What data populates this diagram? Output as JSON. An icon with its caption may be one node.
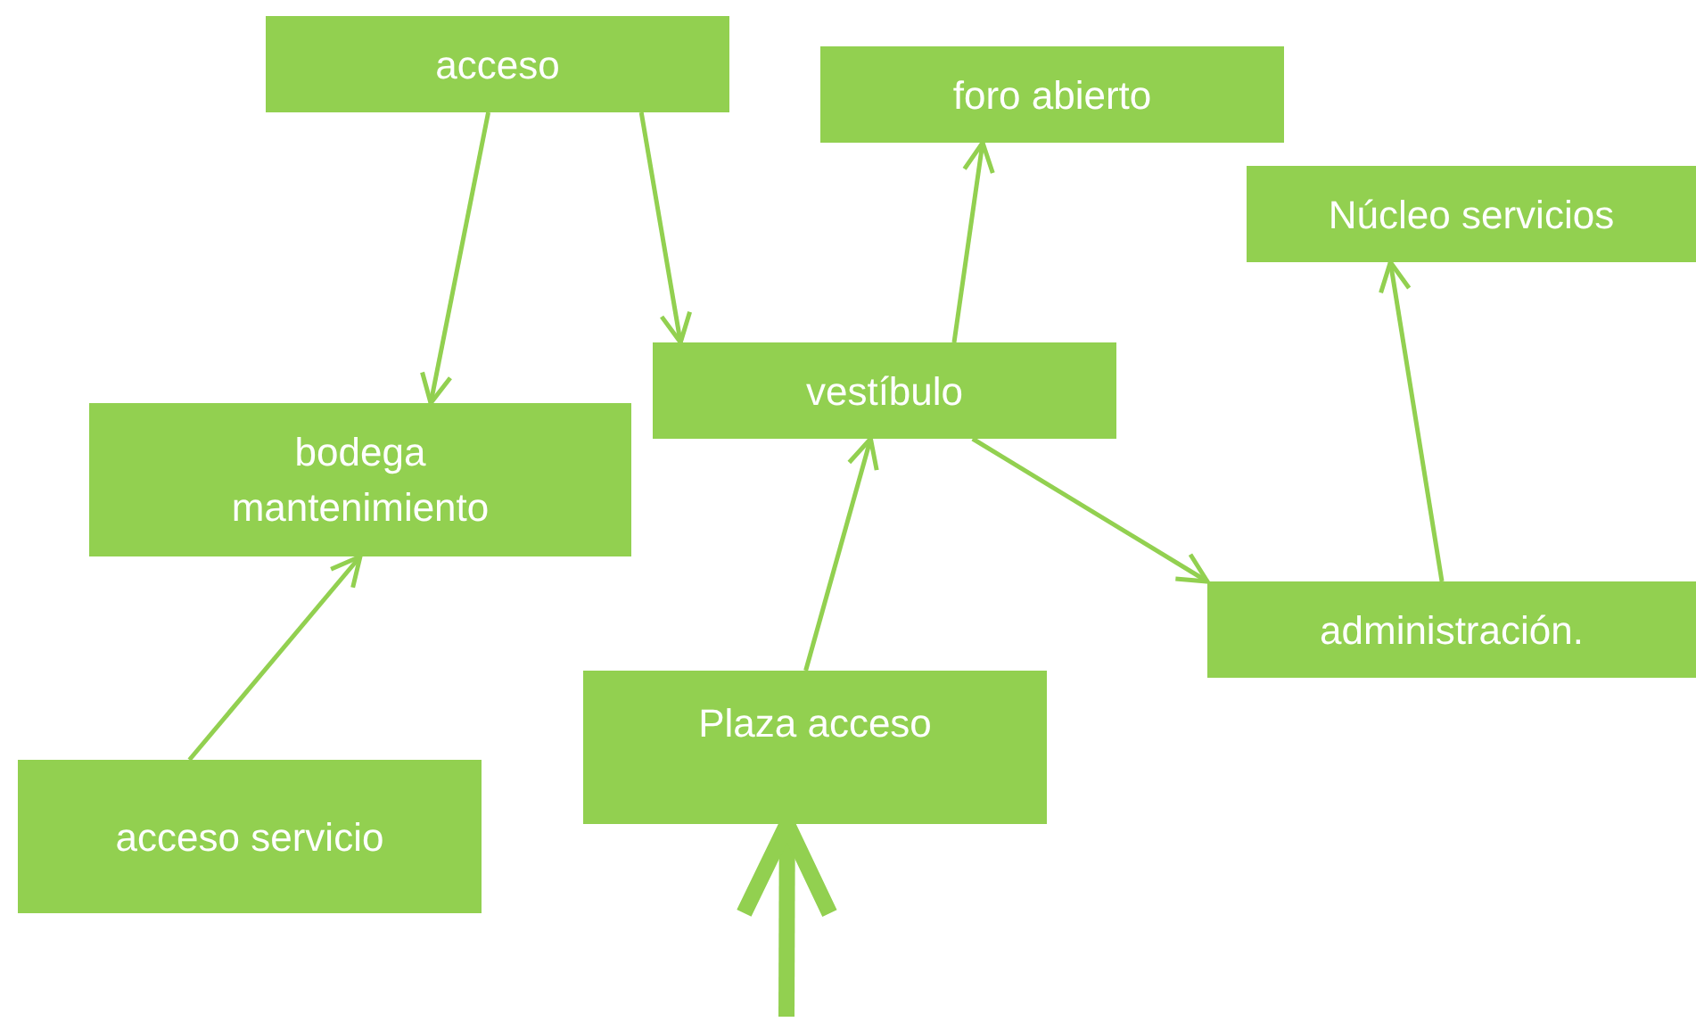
{
  "diagram": {
    "nodes": [
      {
        "text": [
          "acceso"
        ]
      },
      {
        "text": [
          "foro abierto"
        ]
      },
      {
        "text": [
          "Núcleo servicios"
        ]
      },
      {
        "text": [
          "vestíbulo"
        ]
      },
      {
        "text": [
          "bodega mantenimiento"
        ]
      },
      {
        "text": [
          "administración."
        ]
      },
      {
        "text": [
          "Plaza acceso"
        ]
      },
      {
        "text": [
          "acceso servicio"
        ]
      }
    ],
    "edges": [
      {
        "from": 0,
        "to": 4,
        "arrow": "to"
      },
      {
        "from": 0,
        "to": 3,
        "arrow": "to"
      },
      {
        "from": 3,
        "to": 1,
        "arrow": "to"
      },
      {
        "from": 5,
        "to": 2,
        "arrow": "to"
      },
      {
        "from": 3,
        "to": 5,
        "arrow": "to"
      },
      {
        "from": 6,
        "to": 3,
        "arrow": "to"
      },
      {
        "from": 7,
        "to": 4,
        "arrow": "to"
      },
      {
        "from": null,
        "to": 6,
        "arrow": "to",
        "style": "thick"
      }
    ]
  }
}
